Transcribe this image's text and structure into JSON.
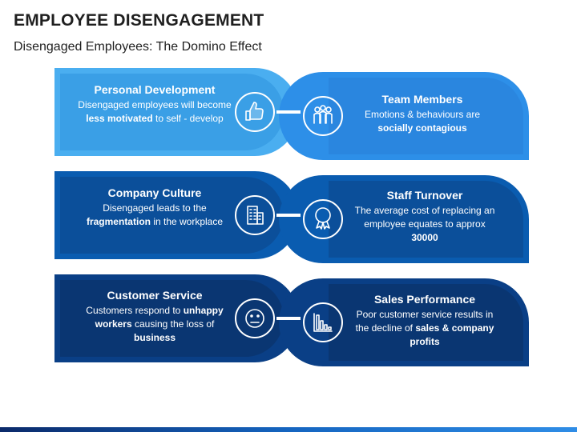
{
  "header": {
    "title": "EMPLOYEE DISENGAGEMENT",
    "subtitle": "Disengaged Employees: The Domino Effect"
  },
  "colors": {
    "row1_left_outer": "#4aaef0",
    "row1_left_inner": "#3a9fe6",
    "row1_right_outer": "#2d8fe8",
    "row1_right_inner": "#2a86df",
    "row2_outer": "#0a5cb0",
    "row2_inner": "#0b4f9a",
    "row3_outer": "#0a3f86",
    "row3_inner": "#0a3672",
    "icon_ring": "#ffffff",
    "connector": "#ffffff"
  },
  "cards": [
    {
      "title": "Personal Development",
      "icon": "thumbs-up-icon",
      "parts": [
        {
          "t": "Disengaged employees will become "
        },
        {
          "t": "less motivated",
          "b": true
        },
        {
          "t": " to self - develop"
        }
      ]
    },
    {
      "title": "Team Members",
      "icon": "people-icon",
      "parts": [
        {
          "t": "Emotions & behaviours are "
        },
        {
          "t": "socially contagious",
          "b": true
        }
      ]
    },
    {
      "title": "Company Culture",
      "icon": "building-icon",
      "parts": [
        {
          "t": "Disengaged leads to the "
        },
        {
          "t": "fragmentation",
          "b": true
        },
        {
          "t": " in the workplace"
        }
      ]
    },
    {
      "title": "Staff Turnover",
      "icon": "dollar-badge-icon",
      "parts": [
        {
          "t": "The average cost of replacing an employee equates to approx "
        },
        {
          "t": "30000",
          "b": true
        }
      ]
    },
    {
      "title": "Customer Service",
      "icon": "neutral-face-icon",
      "parts": [
        {
          "t": "Customers respond to "
        },
        {
          "t": "unhappy workers",
          "b": true
        },
        {
          "t": " causing the loss of "
        },
        {
          "t": "business",
          "b": true
        }
      ]
    },
    {
      "title": "Sales Performance",
      "icon": "declining-bar-chart-icon",
      "parts": [
        {
          "t": "Poor customer service results in the decline of "
        },
        {
          "t": "sales & company profits",
          "b": true
        }
      ]
    }
  ]
}
